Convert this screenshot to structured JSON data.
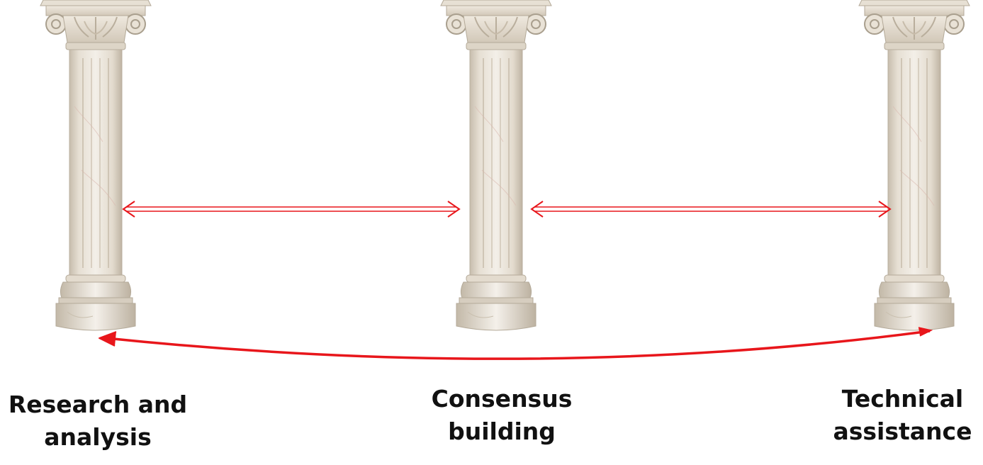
{
  "pillars": [
    {
      "line1": "Research and",
      "line2": "analysis"
    },
    {
      "line1": "Consensus",
      "line2": "building"
    },
    {
      "line1": "Technical",
      "line2": "assistance"
    }
  ],
  "colors": {
    "arrow": "#e8161b",
    "marble_light": "#f1ece3",
    "marble_mid": "#ddd5c7",
    "marble_dark": "#b9af9f"
  },
  "icons": [
    "column-icon",
    "double-arrow-icon",
    "curved-arrow-icon"
  ]
}
